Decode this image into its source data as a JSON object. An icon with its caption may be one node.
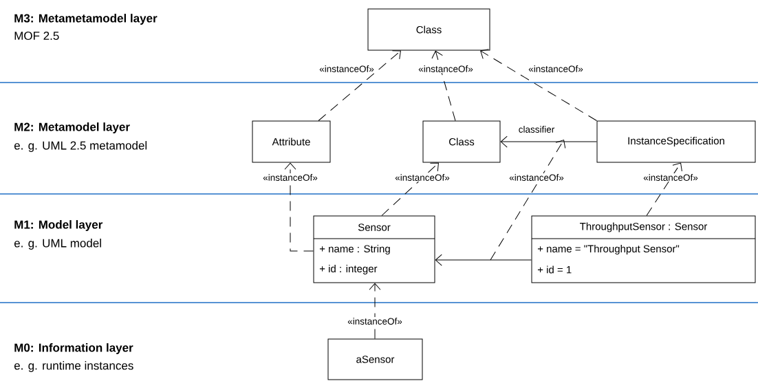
{
  "diagram": {
    "nodes": [
      {
        "text": [
          "Class"
        ]
      },
      {
        "text": [
          "Attribute"
        ]
      },
      {
        "text": [
          "Class"
        ]
      },
      {
        "text": [
          "InstanceSpecification"
        ]
      },
      {
        "text": [
          "Sensor",
          "+ name : String",
          "+ id : integer"
        ]
      },
      {
        "text": [
          "ThroughputSensor : Sensor",
          "+ name = \"Throughput Sensor\"",
          "+ id = 1"
        ]
      },
      {
        "text": [
          "aSensor"
        ]
      }
    ],
    "edges": [
      {
        "from": 1,
        "to": 0,
        "arrow": "to",
        "style": "dashed",
        "label": "«instanceOf»"
      },
      {
        "from": 2,
        "to": 0,
        "arrow": "to",
        "style": "dashed",
        "label": "«instanceOf»"
      },
      {
        "from": 3,
        "to": 0,
        "arrow": "to",
        "style": "dashed",
        "label": "«instanceOf»"
      },
      {
        "from": 3,
        "to": 2,
        "arrow": "to",
        "label": "classifier"
      },
      {
        "from": 4,
        "to": 1,
        "arrow": "to",
        "style": "dashed",
        "label": "«instanceOf»"
      },
      {
        "from": 4,
        "to": 2,
        "arrow": "to",
        "style": "dashed",
        "label": "«instanceOf»"
      },
      {
        "from": 5,
        "to": 3,
        "arrow": "to",
        "style": "dashed",
        "label": "«instanceOf»"
      },
      {
        "from": 5,
        "to": 4,
        "arrow": "to"
      },
      {
        "from": 6,
        "to": 4,
        "arrow": "to",
        "style": "dashed",
        "label": "«instanceOf»"
      }
    ],
    "labels": [
      "**M3: Metametamodel layer**",
      "MOF 2.5",
      "**M2: Metamodel layer**",
      "e. g. UML 2.5 metamodel",
      "**M1: Model layer**",
      "e. g. UML model",
      "**M0: Information layer**",
      "e. g. runtime instances",
      "«instanceOf»"
    ]
  }
}
